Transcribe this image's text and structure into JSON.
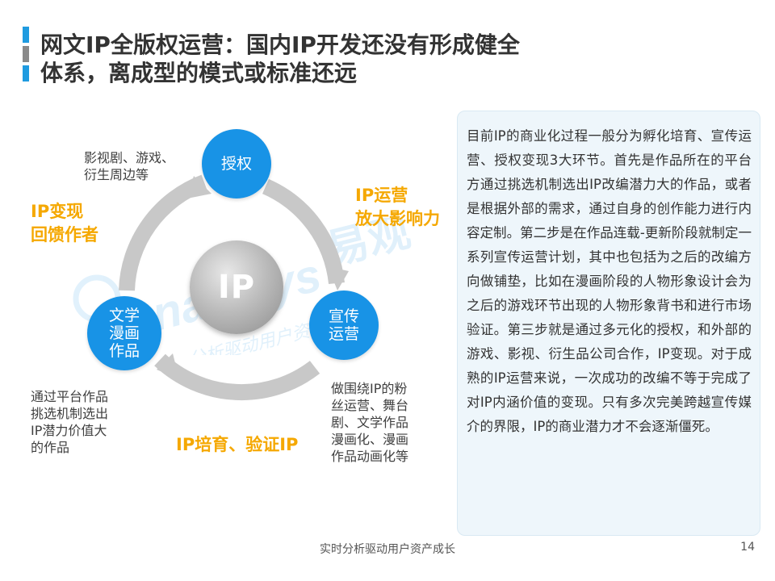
{
  "title": {
    "line1": "网文IP全版权运营：国内IP开发还没有形成健全",
    "line2": "体系，离成型的模式或标准还远"
  },
  "diagram": {
    "center_label": "IP",
    "nodes": {
      "top": "授权",
      "right": "宣传\n运营",
      "left": "文学\n漫画\n作品"
    },
    "notes": {
      "top": "影视剧、游戏、\n衍生周边等",
      "left": "通过平台作品\n挑选机制选出\nIP潜力价值大\n的作品",
      "right": "做围绕IP的粉\n丝运营、舞台\n剧、文学作品\n漫画化、漫画\n作品动画化等"
    },
    "stages": {
      "right": "IP运营\n放大影响力",
      "left": "IP变现\n回馈作者",
      "bottom": "IP培育、验证IP"
    },
    "accent_color": "#1893e6",
    "stage_color": "#f5a800",
    "ring_color": "#c8c8c8"
  },
  "body_text": "目前IP的商业化过程一般分为孵化培育、宣传运营、授权变现3大环节。首先是作品所在的平台方通过挑选机制选出IP改编潜力大的作品，或者是根据外部的需求，通过自身的创作能力进行内容定制。第二步是在作品连载-更新阶段就制定一系列宣传运营计划，其中也包括为之后的改编方向做铺垫，比如在漫画阶段的人物形象设计会为之后的游戏环节出现的人物形象背书和进行市场验证。第三步就是通过多元化的授权，和外部的游戏、影视、衍生品公司合作，IP变现。对于成熟的IP运营来说，一次成功的改编不等于完成了对IP内涵价值的变现。只有多次完美跨越宣传媒介的界限，IP的商业潜力才不会逐渐僵死。",
  "watermark": {
    "brand": "易观",
    "latin": "analysys",
    "tagline": "分析驱动用户资产成长",
    "icon": "analysys-logo-icon"
  },
  "footer": {
    "tagline": "实时分析驱动用户资产成长",
    "page_number": "14"
  }
}
